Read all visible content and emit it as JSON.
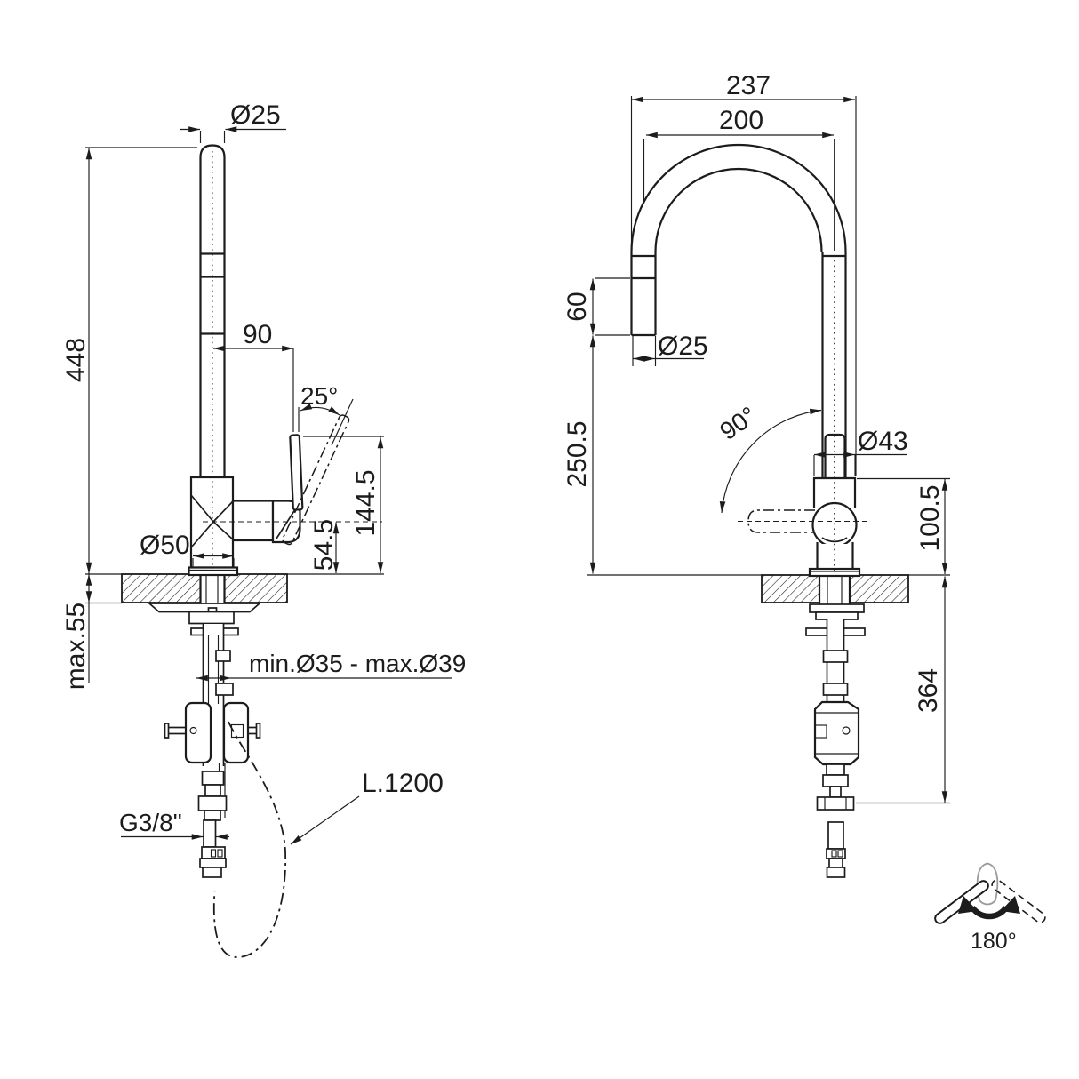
{
  "meta": {
    "background": "#ffffff",
    "line_color": "#1c1c1c",
    "gray_color": "#9a9a9a",
    "drawing_subject": "single-lever kitchen mixer tap with pull-out spout, installation dimensions"
  },
  "side_view": {
    "dia_spout_tube": "Ø25",
    "total_height": "448",
    "spout_reach": "90",
    "handle_tilt": "25°",
    "outlet_height": "144.5",
    "body_axis_height": "54.5",
    "dia_base": "Ø50",
    "counter_thickness": "max.55",
    "mount_hole": "min.Ø35 - max.Ø39",
    "hose_length": "L.1200",
    "supply_thread": "G3/8\""
  },
  "front_view": {
    "overall_width": "237",
    "arc_width": "200",
    "spout_end_length": "60",
    "dia_spout": "Ø25",
    "spout_clearance": "250.5",
    "swivel_angle": "90°",
    "dia_body": "Ø43",
    "body_height": "100.5",
    "under_counter_depth": "364"
  },
  "rotation_indicator": {
    "angle": "180°"
  }
}
